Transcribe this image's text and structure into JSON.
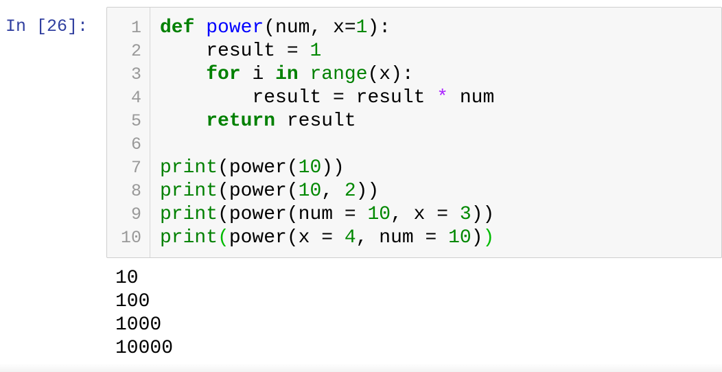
{
  "prompt": {
    "label": "In [26]:"
  },
  "editor": {
    "lines": [
      {
        "n": "1",
        "tokens": [
          {
            "t": "def",
            "c": "kw"
          },
          {
            "t": " ",
            "c": ""
          },
          {
            "t": "power",
            "c": "def"
          },
          {
            "t": "(num, x=",
            "c": ""
          },
          {
            "t": "1",
            "c": "num"
          },
          {
            "t": "):",
            "c": ""
          }
        ]
      },
      {
        "n": "2",
        "tokens": [
          {
            "t": "    result = ",
            "c": ""
          },
          {
            "t": "1",
            "c": "num"
          }
        ]
      },
      {
        "n": "3",
        "tokens": [
          {
            "t": "    ",
            "c": ""
          },
          {
            "t": "for",
            "c": "kw"
          },
          {
            "t": " i ",
            "c": ""
          },
          {
            "t": "in",
            "c": "kw"
          },
          {
            "t": " ",
            "c": ""
          },
          {
            "t": "range",
            "c": "builtin"
          },
          {
            "t": "(x):",
            "c": ""
          }
        ]
      },
      {
        "n": "4",
        "tokens": [
          {
            "t": "        result = result ",
            "c": ""
          },
          {
            "t": "*",
            "c": "op"
          },
          {
            "t": " num",
            "c": ""
          }
        ]
      },
      {
        "n": "5",
        "tokens": [
          {
            "t": "    ",
            "c": ""
          },
          {
            "t": "return",
            "c": "kw"
          },
          {
            "t": " result",
            "c": ""
          }
        ]
      },
      {
        "n": "6",
        "tokens": []
      },
      {
        "n": "7",
        "tokens": [
          {
            "t": "print",
            "c": "builtin"
          },
          {
            "t": "(power(",
            "c": ""
          },
          {
            "t": "10",
            "c": "num"
          },
          {
            "t": "))",
            "c": ""
          }
        ]
      },
      {
        "n": "8",
        "tokens": [
          {
            "t": "print",
            "c": "builtin"
          },
          {
            "t": "(power(",
            "c": ""
          },
          {
            "t": "10",
            "c": "num"
          },
          {
            "t": ", ",
            "c": ""
          },
          {
            "t": "2",
            "c": "num"
          },
          {
            "t": "))",
            "c": ""
          }
        ]
      },
      {
        "n": "9",
        "tokens": [
          {
            "t": "print",
            "c": "builtin"
          },
          {
            "t": "(power(num = ",
            "c": ""
          },
          {
            "t": "10",
            "c": "num"
          },
          {
            "t": ", x = ",
            "c": ""
          },
          {
            "t": "3",
            "c": "num"
          },
          {
            "t": "))",
            "c": ""
          }
        ]
      },
      {
        "n": "10",
        "tokens": [
          {
            "t": "print",
            "c": "builtin"
          },
          {
            "t": "(",
            "c": "bracket"
          },
          {
            "t": "power(x = ",
            "c": ""
          },
          {
            "t": "4",
            "c": "num"
          },
          {
            "t": ", num = ",
            "c": ""
          },
          {
            "t": "10",
            "c": "num"
          },
          {
            "t": ")",
            "c": ""
          },
          {
            "t": ")",
            "c": "bracket"
          }
        ]
      }
    ]
  },
  "output": {
    "lines": [
      "10",
      "100",
      "1000",
      "10000"
    ]
  },
  "colors": {
    "prompt": "#303F9F",
    "cell_background": "#f7f7f7",
    "cell_border": "#cfcfcf",
    "gutter_divider": "#d5d5d5",
    "line_number": "#999999",
    "keyword": "#008000",
    "function_def": "#0000FF",
    "number": "#008800",
    "builtin": "#008000",
    "operator": "#AA22FF",
    "matching_bracket": "#00BB00",
    "code_text": "#000000",
    "output_text": "#000000"
  }
}
